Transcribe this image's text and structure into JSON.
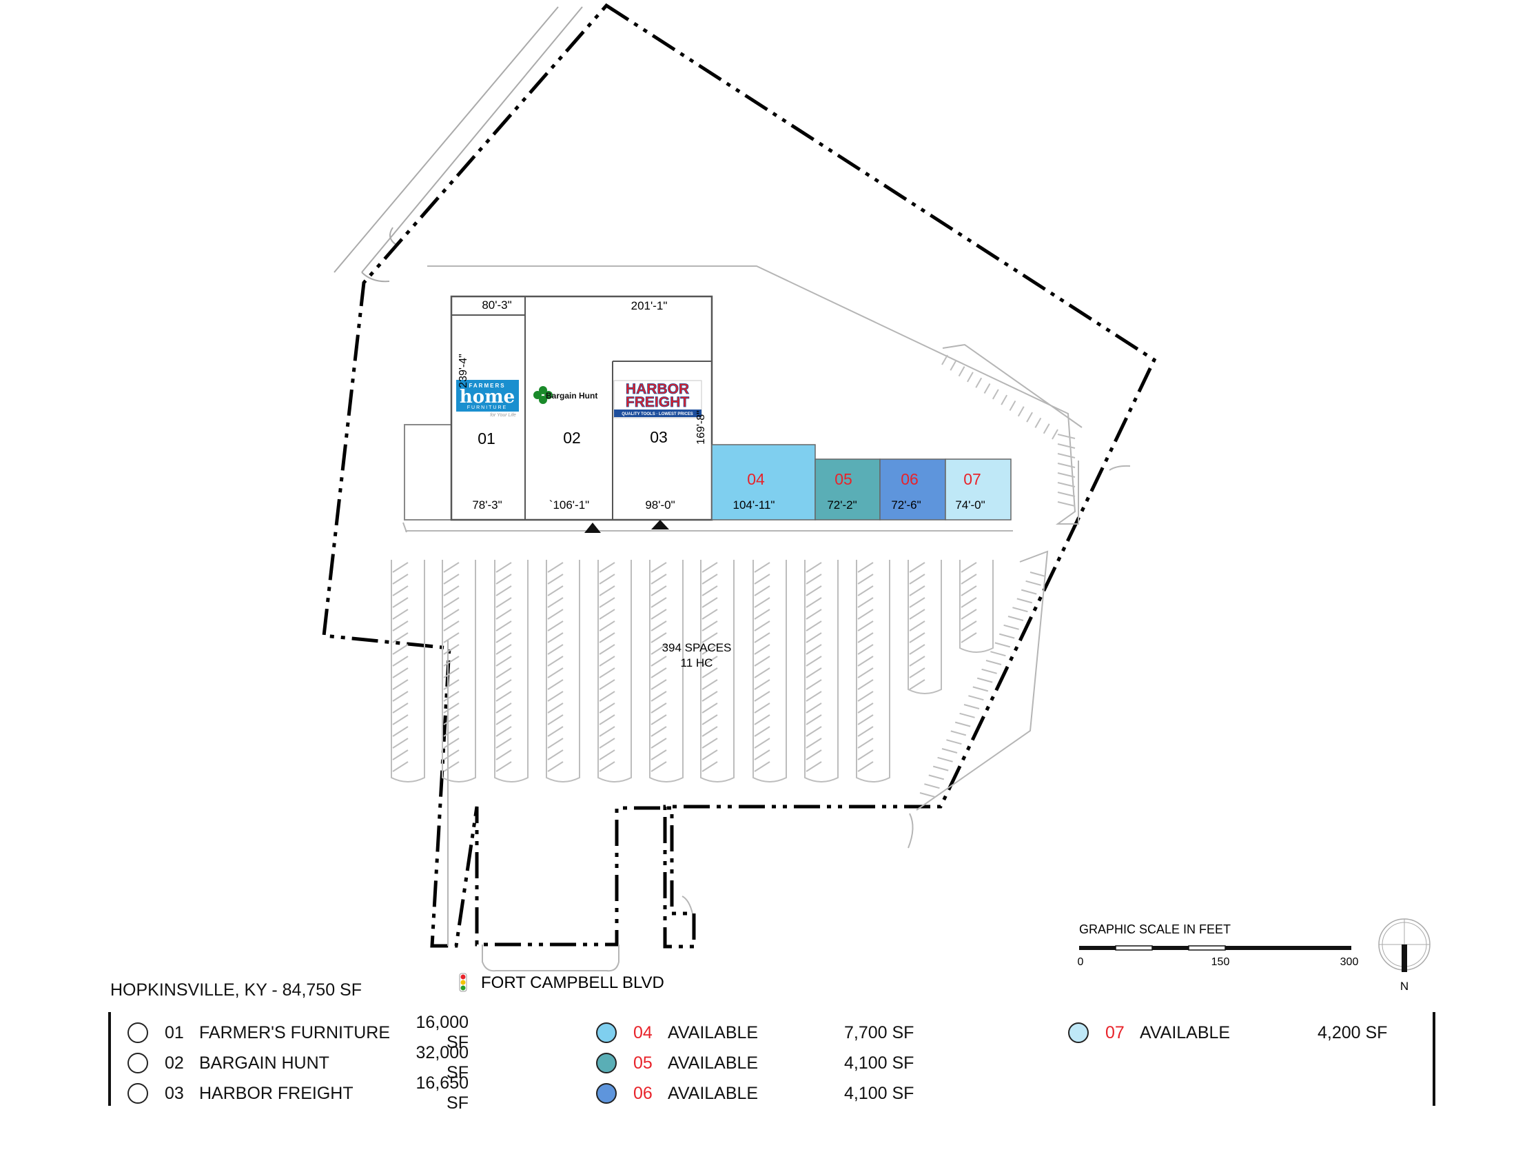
{
  "project": {
    "title": "HOPKINSVILLE, KY - 84,750 SF",
    "street": "FORT CAMPBELL BLVD"
  },
  "parking": {
    "spaces": "394 SPACES",
    "hc": "11 HC"
  },
  "scale": {
    "title": "GRAPHIC SCALE IN FEET",
    "ticks": [
      "0",
      "150",
      "300"
    ],
    "north": "N"
  },
  "colors": {
    "u04": "#7fcfef",
    "u05": "#5aaeb6",
    "u06": "#5e95dc",
    "u07": "#bfe8f7",
    "red": "#e8232a",
    "harbor_red": "#e41f26",
    "harbor_blue": "#1d4e9c",
    "home_blue": "#1a8fcf",
    "bargain_green": "#1a8a2a"
  },
  "logos": {
    "home_top": "FARMERS",
    "home_main": "home",
    "home_sub": "FURNITURE",
    "home_tag": "for Your Life",
    "bargain": "Bargain Hunt",
    "harbor_line1": "HARBOR",
    "harbor_line2": "FREIGHT",
    "harbor_tag": "QUALITY TOOLS · LOWEST PRICES"
  },
  "dimensions": {
    "u01_top": "80'-3\"",
    "u01_left": "239'-4\"",
    "u01_bottom": "78'-3\"",
    "u02_top": "201'-1\"",
    "u02_bottom": "`106'-1\"",
    "u03_bottom": "98'-0\"",
    "u03_side": "169'-8\"",
    "u04": "104'-11\"",
    "u05": "72'-2\"",
    "u06": "72'-6\"",
    "u07": "74'-0\""
  },
  "units": [
    {
      "num": "01",
      "name": "FARMER'S FURNITURE",
      "sf": "16,000 SF"
    },
    {
      "num": "02",
      "name": "BARGAIN HUNT",
      "sf": "32,000 SF"
    },
    {
      "num": "03",
      "name": "HARBOR FREIGHT",
      "sf": "16,650 SF"
    },
    {
      "num": "04",
      "name": "AVAILABLE",
      "sf": "7,700 SF"
    },
    {
      "num": "05",
      "name": "AVAILABLE",
      "sf": "4,100 SF"
    },
    {
      "num": "06",
      "name": "AVAILABLE",
      "sf": "4,100 SF"
    },
    {
      "num": "07",
      "name": "AVAILABLE",
      "sf": "4,200 SF"
    }
  ]
}
